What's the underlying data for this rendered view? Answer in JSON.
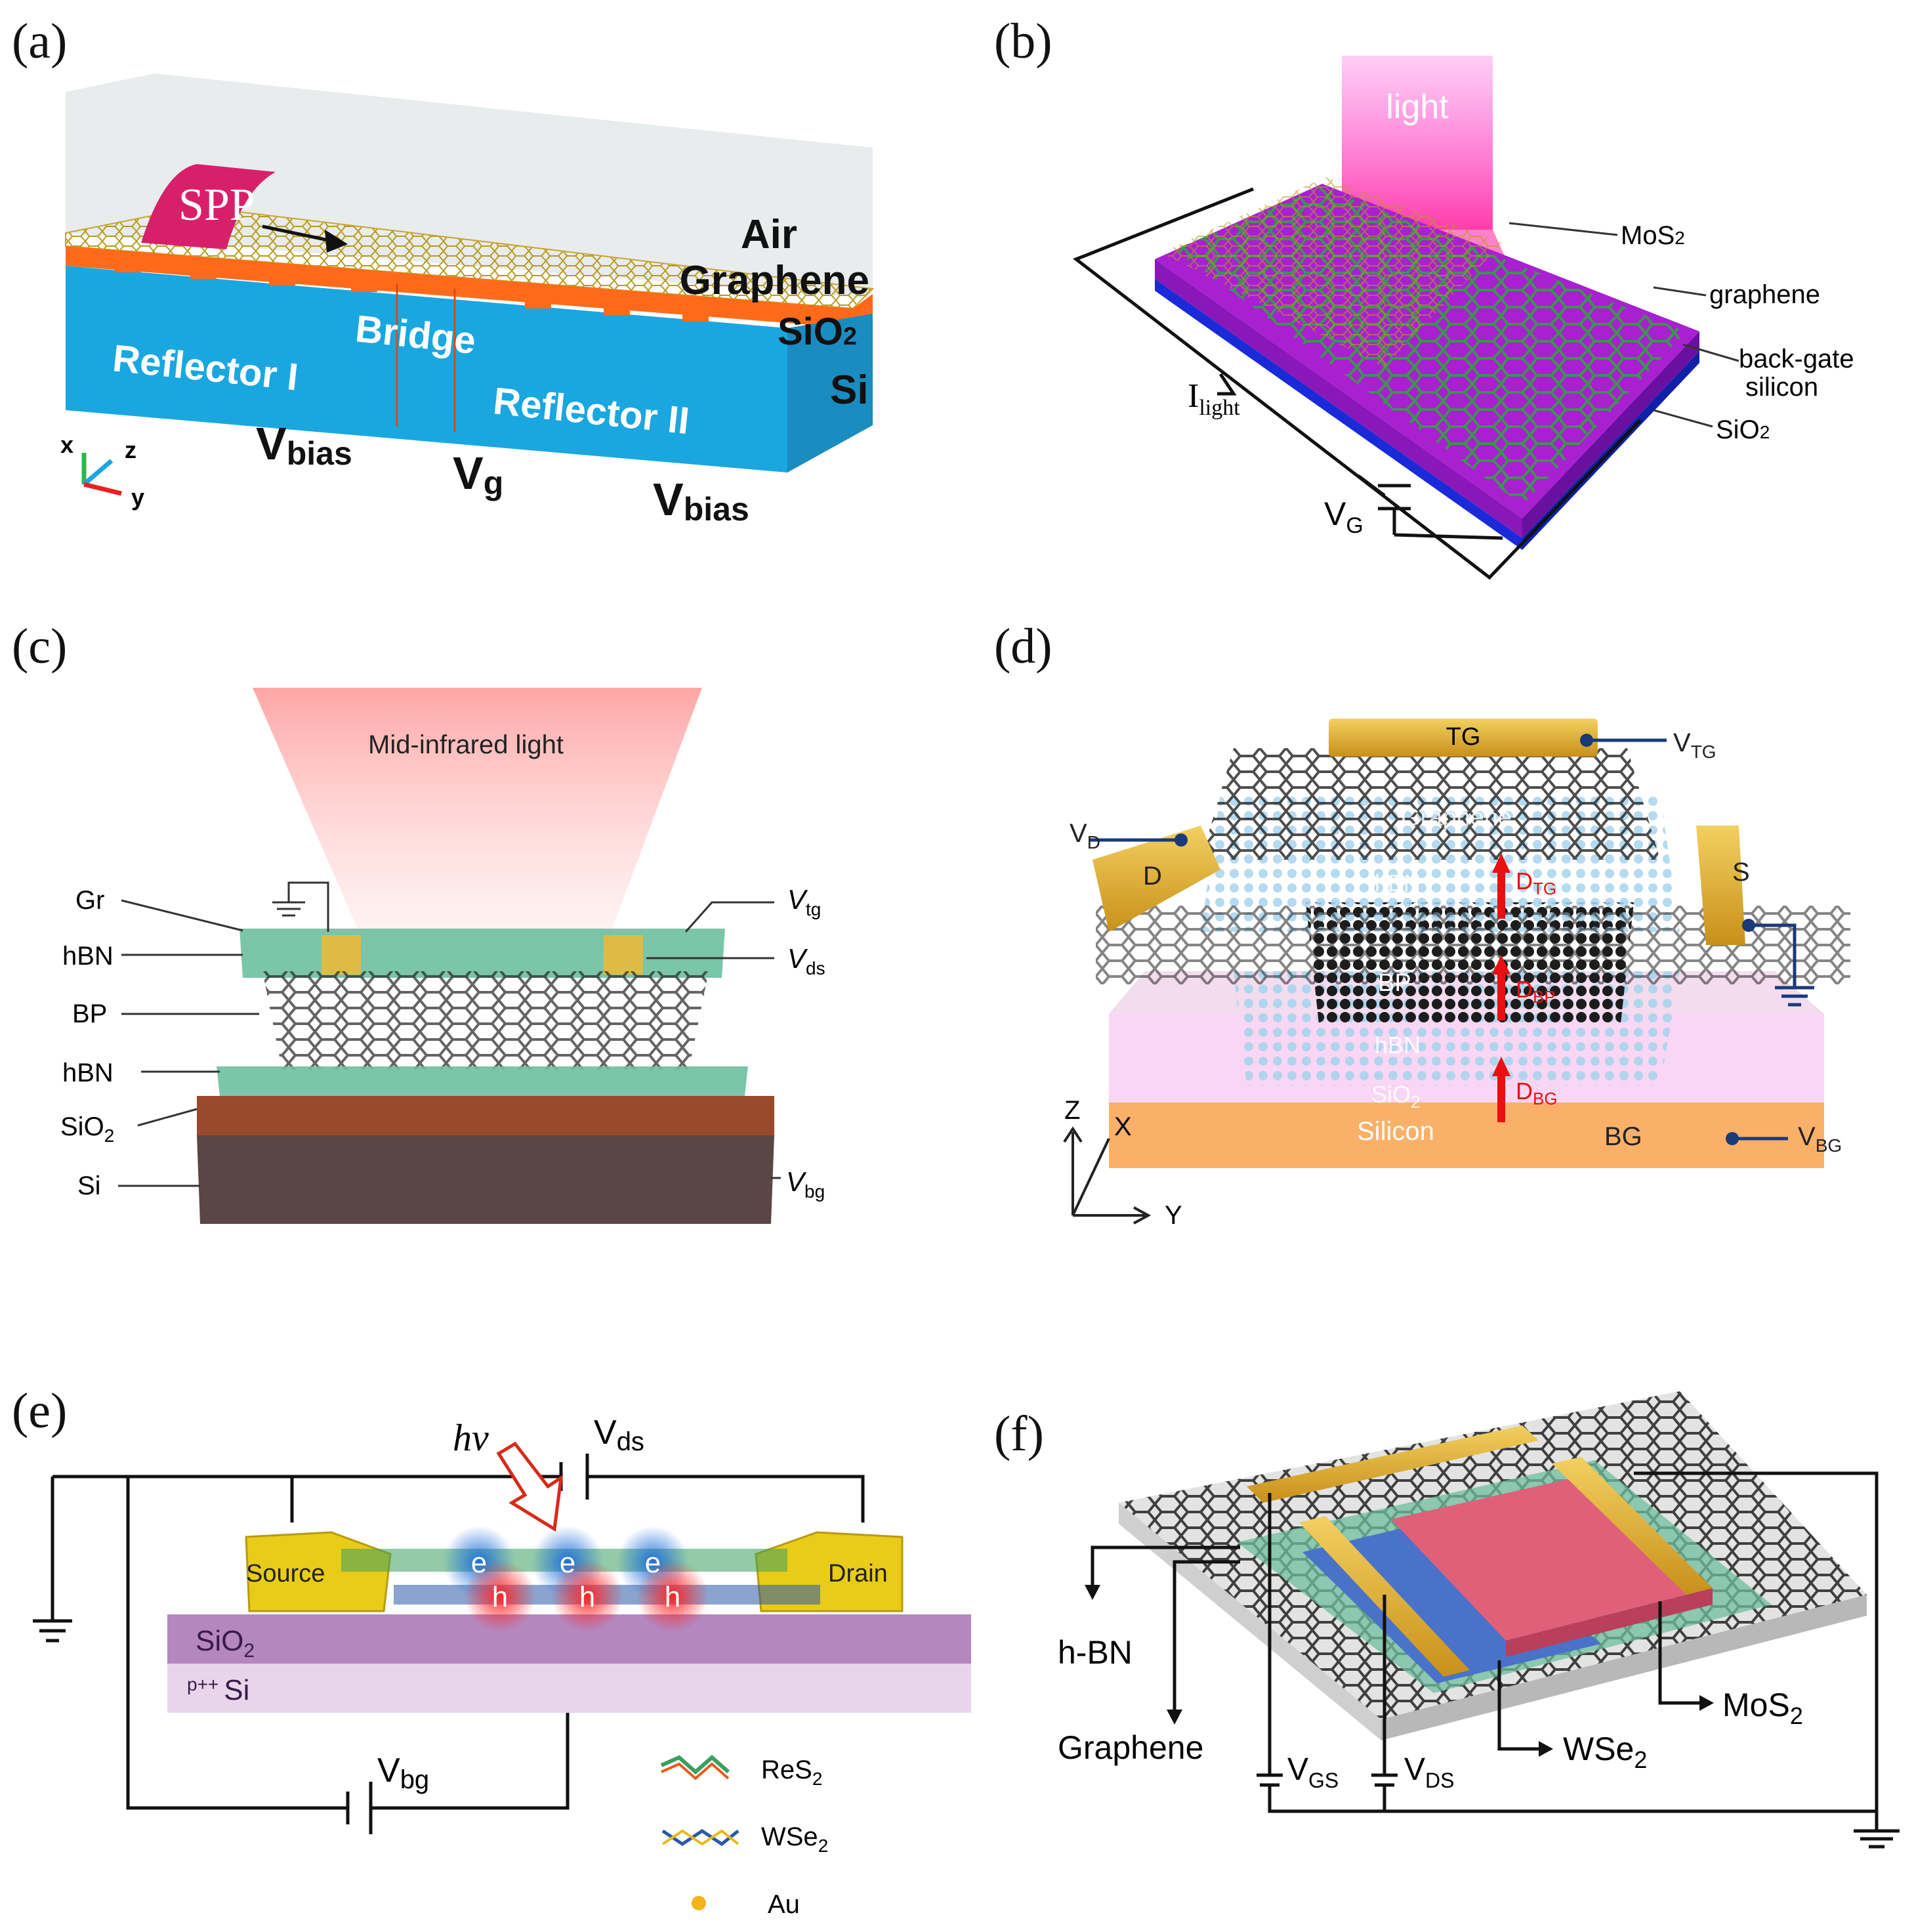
{
  "panels": {
    "a": {
      "letter": "(a)",
      "spp": "SPP",
      "layers": {
        "air": "Air",
        "graphene": "Graphene",
        "sio2_main": "SiO",
        "sio2_sub": "2",
        "si": "Si"
      },
      "regions": {
        "bridge": "Bridge",
        "reflector1": "Reflector I",
        "reflector2": "Reflector II"
      },
      "voltages": {
        "v_main": "V",
        "bias_sub": "bias",
        "g_sub": "g"
      },
      "axes": {
        "x": "x",
        "z": "z",
        "y": "y"
      }
    },
    "b": {
      "letter": "(b)",
      "light": "light",
      "mos2_main": "MoS",
      "mos2_sub": "2",
      "graphene": "graphene",
      "backgate_line1": "back-gate",
      "backgate_line2": "silicon",
      "sio2_main": "SiO",
      "sio2_sub": "2",
      "ilight_main": "I",
      "ilight_sub": "light",
      "vg_main": "V",
      "vg_sub": "G"
    },
    "c": {
      "letter": "(c)",
      "light": "Mid-infrared light",
      "left_labels": {
        "gr": "Gr",
        "hbn1": "hBN",
        "bp": "BP",
        "hbn2": "hBN",
        "sio2_main": "SiO",
        "sio2_sub": "2",
        "si": "Si"
      },
      "right_labels": {
        "v": "V",
        "tg_sub": "tg",
        "ds_sub": "ds",
        "bg_sub": "bg"
      }
    },
    "d": {
      "letter": "(d)",
      "tg": "TG",
      "vtg_main": "V",
      "vtg_sub": "TG",
      "vd_main": "V",
      "vd_sub": "D",
      "d": "D",
      "s": "S",
      "graphene": "Graphene",
      "hbn_top": "hBN",
      "bp": "BP",
      "hbn_bottom": "hBN",
      "sio2_main": "SiO",
      "sio2_sub": "2",
      "silicon": "Silicon",
      "bg": "BG",
      "vbg_main": "V",
      "vbg_sub": "BG",
      "dtg_main": "D",
      "dtg_sub": "TG",
      "dbp_main": "D",
      "dbp_sub": "BP",
      "dbg_main": "D",
      "dbg_sub": "BG",
      "axes": {
        "z": "Z",
        "x": "X",
        "y": "Y"
      }
    },
    "e": {
      "letter": "(e)",
      "hv": "hv",
      "vds_main": "V",
      "vds_sub": "ds",
      "vbg_main": "V",
      "vbg_sub": "bg",
      "source": "Source",
      "drain": "Drain",
      "electron": "e",
      "hole": "h",
      "sio2_main": "SiO",
      "sio2_sub": "2",
      "si_sup": "p++",
      "si": "Si",
      "legend": {
        "res2_main": "ReS",
        "res2_sub": "2",
        "wse2_main": "WSe",
        "wse2_sub": "2",
        "au": "Au"
      }
    },
    "f": {
      "letter": "(f)",
      "hbn": "h-BN",
      "graphene": "Graphene",
      "mos2_main": "MoS",
      "mos2_sub": "2",
      "wse2_main": "WSe",
      "wse2_sub": "2",
      "vgs_main": "V",
      "vgs_sub": "GS",
      "vds_main": "V",
      "vds_sub": "DS"
    }
  },
  "colors": {
    "si_blue": "#1aa7e0",
    "sio2_orange": "#ff6a1a",
    "mos2_magenta": "#b020d8",
    "gold": "#e8b93a",
    "sio2_brown": "#9a4a2c",
    "si_dark": "#5a4644",
    "hbn_green": "#6dbf9e",
    "wse2_blue": "#4a72c8",
    "mos2_pink": "#e0607a"
  }
}
